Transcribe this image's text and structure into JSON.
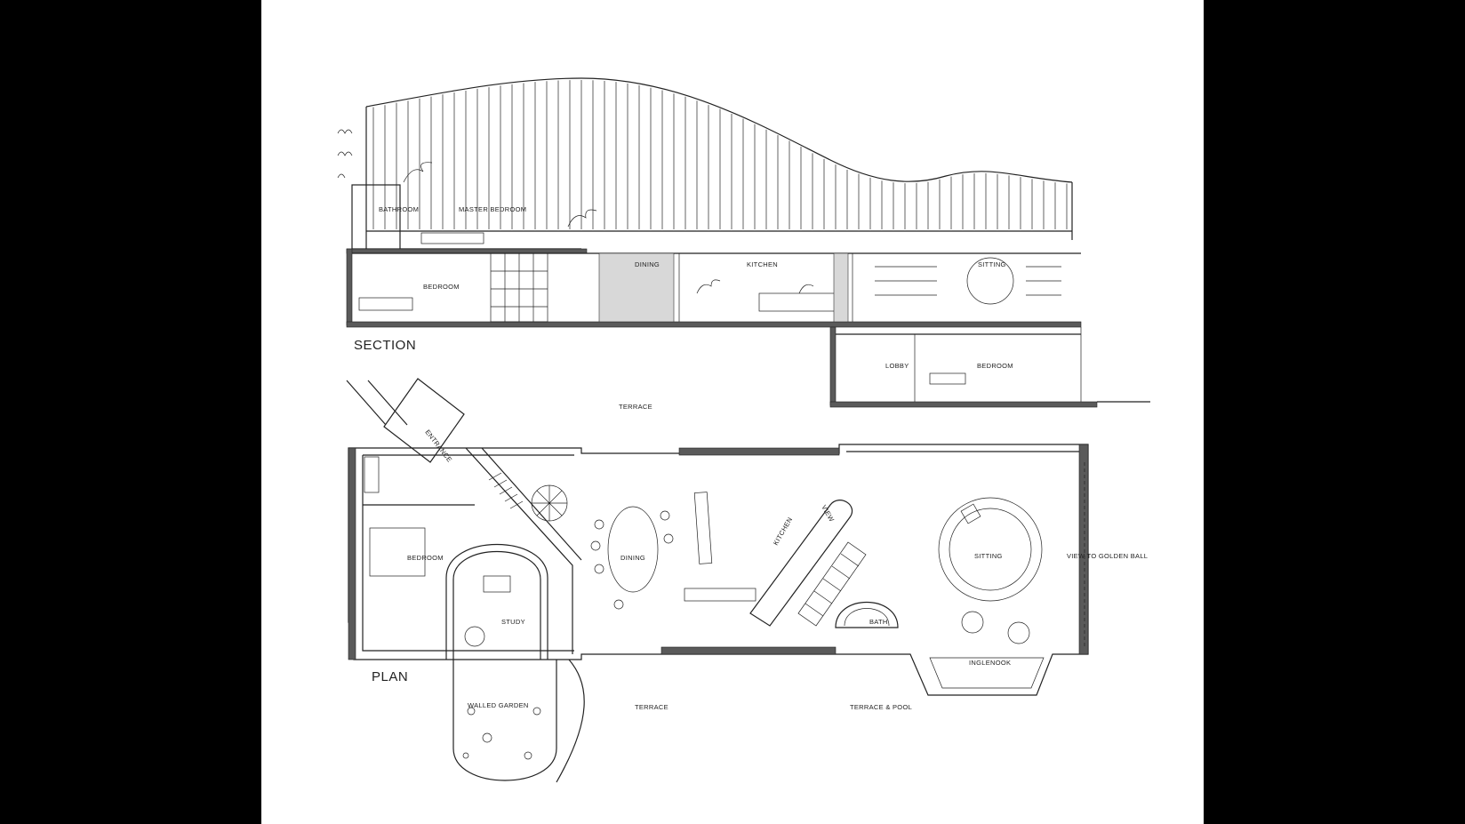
{
  "sheet": {
    "section_title": "SECTION",
    "plan_title": "PLAN"
  },
  "section_rooms": {
    "bathroom": "BATHROOM",
    "master_bedroom": "MASTER BEDROOM",
    "bedroom": "BEDROOM",
    "dining": "DINING",
    "kitchen": "KITCHEN",
    "sitting": "SITTING",
    "lobby": "LOBBY",
    "lower_bedroom": "BEDROOM"
  },
  "plan_rooms": {
    "terrace_top": "TERRACE",
    "entrance": "ENTRANCE",
    "bedroom": "BEDROOM",
    "study": "STUDY",
    "dining": "DINING",
    "kitchen": "KITCHEN",
    "view": "VIEW",
    "sitting": "SITTING",
    "view_to_golden_ball": "VIEW TO GOLDEN BALL",
    "bath": "BATH",
    "inglenook": "INGLENOOK",
    "walled_garden": "WALLED GARDEN",
    "terrace_bottom": "TERRACE",
    "terrace_pool": "TERRACE & POOL"
  }
}
